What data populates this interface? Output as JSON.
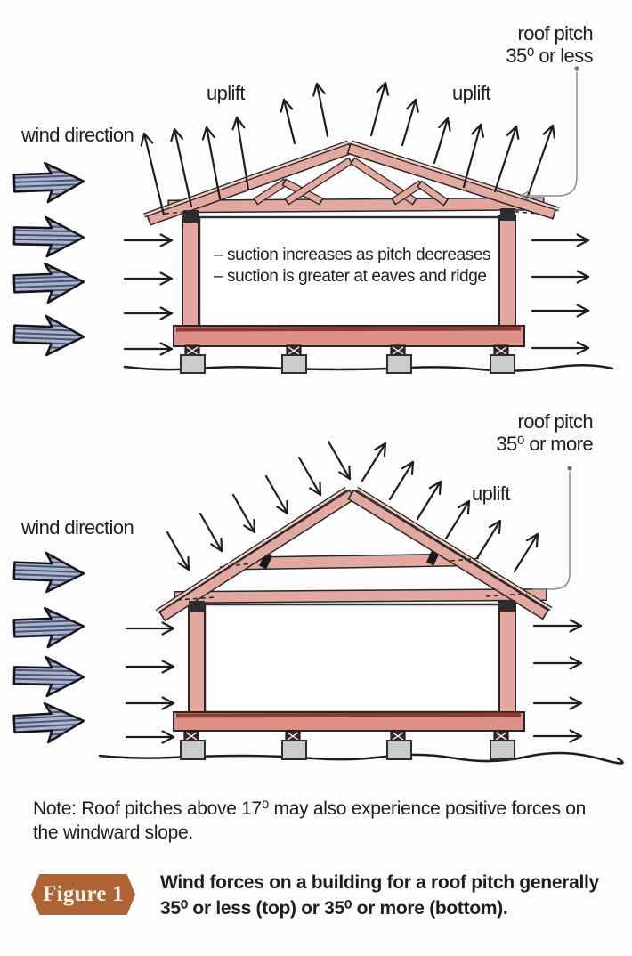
{
  "figure": {
    "top_diagram": {
      "roof_pitch_label": "roof pitch\n35⁰ or less",
      "uplift_left": "uplift",
      "uplift_right": "uplift",
      "wind_direction": "wind direction",
      "interior_notes": "–   suction increases as pitch decreases\n–   suction is greater at eaves and ridge"
    },
    "bottom_diagram": {
      "roof_pitch_label": "roof pitch\n35⁰ or more",
      "uplift": "uplift",
      "wind_direction": "wind direction"
    },
    "note": "Note: Roof pitches above 17⁰ may also experience positive forces on\nthe windward slope.",
    "caption_badge": "Figure 1",
    "caption": "Wind forces on a building for a roof pitch generally\n35⁰ or less (top) or 35⁰ or more (bottom).",
    "colors": {
      "ink": "#1d1d1d",
      "wood_pink": "#e3a89f",
      "sheathing_pink": "#f0cbc2",
      "floor_band": "#dc9288",
      "floor_stripe": "#8a3a31",
      "pier_gray": "#cbcbcb",
      "wind_arrow_fill": "#aab4cd",
      "wind_arrow_hatch": "#4a5374",
      "badge_orange": "#ad6333",
      "leader_gray": "#8c8c8c"
    }
  }
}
